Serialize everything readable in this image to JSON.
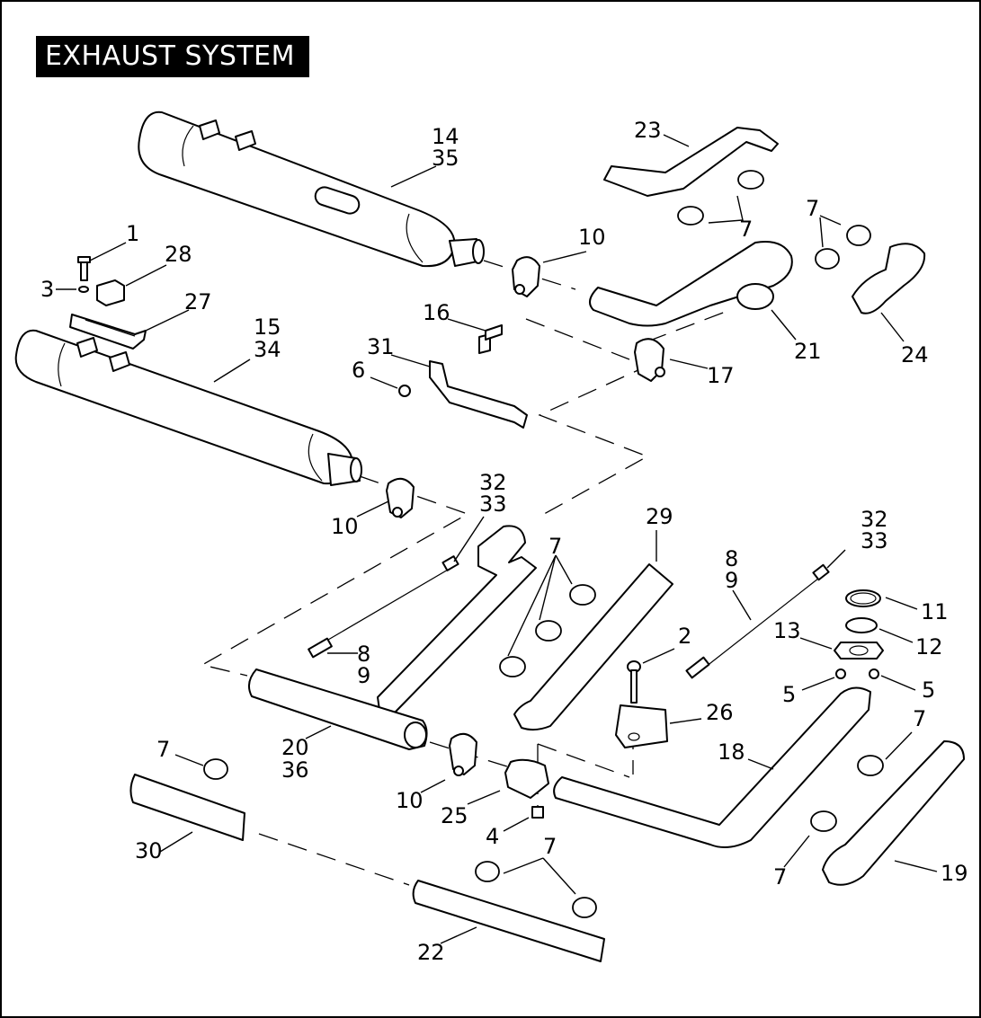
{
  "title": "EXHAUST SYSTEM",
  "callouts": {
    "c1": "1",
    "c28": "28",
    "c3": "3",
    "c27": "27",
    "c14": "14",
    "c35": "35",
    "c23": "23",
    "c7a": "7",
    "c7b": "7",
    "c10a": "10",
    "c21": "21",
    "c24": "24",
    "c16": "16",
    "c31": "31",
    "c6": "6",
    "c17": "17",
    "c15": "15",
    "c34": "34",
    "c10b": "10",
    "c32a": "32",
    "c33a": "33",
    "c7c": "7",
    "c29": "29",
    "c32b": "32",
    "c33b": "33",
    "c8a": "8",
    "c9a": "9",
    "c11": "11",
    "c12": "12",
    "c13": "13",
    "c8b": "8",
    "c9b": "9",
    "c2": "2",
    "c5a": "5",
    "c5b": "5",
    "c7d": "7",
    "c26": "26",
    "c7e": "7",
    "c20": "20",
    "c36": "36",
    "c18": "18",
    "c10c": "10",
    "c25": "25",
    "c30": "30",
    "c4": "4",
    "c7f": "7",
    "c7g": "7",
    "c19": "19",
    "c22": "22"
  }
}
